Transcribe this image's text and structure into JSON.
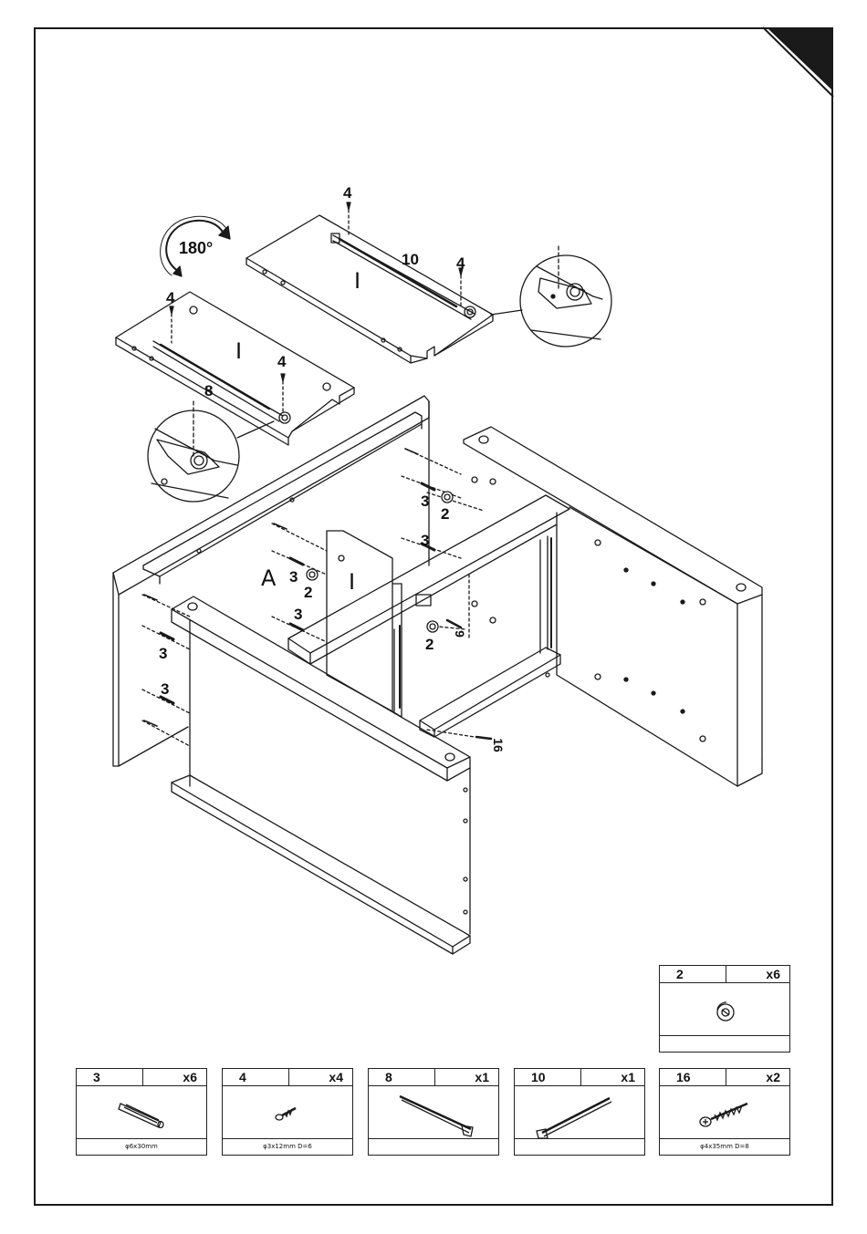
{
  "callouts": {
    "rotate": "180°",
    "screw_4_a": "4",
    "screw_4_b": "4",
    "screw_4_c": "4",
    "screw_4_d": "4",
    "slide_10": "10",
    "slide_8": "8",
    "panel_mark_1": "I",
    "panel_mark_2": "I",
    "panel_mark_3": "I",
    "panel_A": "A",
    "dowel_3_a": "3",
    "dowel_3_b": "3",
    "dowel_3_c": "3",
    "dowel_3_d": "3",
    "dowel_3_e": "3",
    "dowel_3_f": "3",
    "cam_2_a": "2",
    "cam_2_b": "2",
    "cam_2_c": "2",
    "bolt_9": "9",
    "screw_16": "16"
  },
  "parts": [
    {
      "id": "2",
      "qty": "x6",
      "spec": "",
      "icon": "cam-lock-icon"
    },
    {
      "id": "3",
      "qty": "x6",
      "spec": "φ6x30mm",
      "icon": "wooden-dowel-icon"
    },
    {
      "id": "4",
      "qty": "x4",
      "spec": "φ3x12mm  D=6",
      "icon": "small-screw-icon"
    },
    {
      "id": "8",
      "qty": "x1",
      "spec": "",
      "icon": "drawer-slide-left-icon"
    },
    {
      "id": "10",
      "qty": "x1",
      "spec": "",
      "icon": "drawer-slide-right-icon"
    },
    {
      "id": "16",
      "qty": "x2",
      "spec": "φ4x35mm  D=8",
      "icon": "long-screw-icon"
    }
  ]
}
